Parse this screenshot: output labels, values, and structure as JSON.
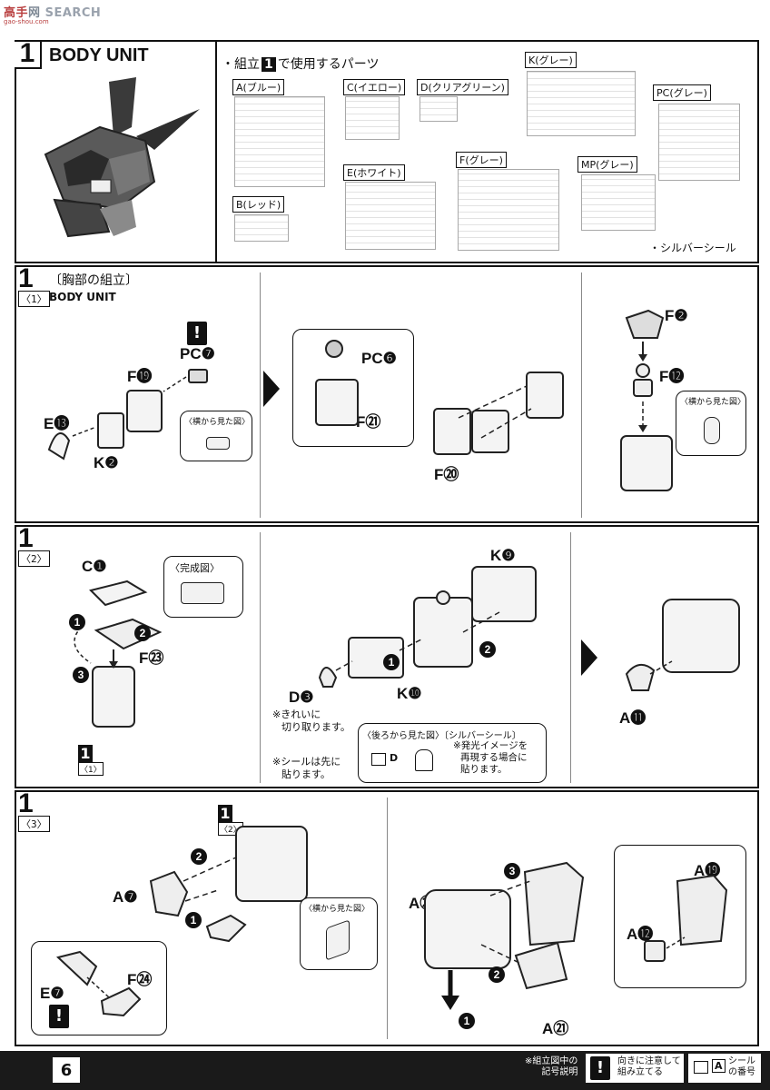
{
  "watermark": {
    "logo_text": "SEARCH",
    "url": "gao-shou.com"
  },
  "top": {
    "step_number": "1",
    "title": "BODY UNIT",
    "parts_caption": "・組立",
    "parts_caption_num": "1",
    "parts_caption_tail": "で使用するパーツ",
    "runners": [
      {
        "id": "A",
        "label": "A(ブルー)"
      },
      {
        "id": "B",
        "label": "B(レッド)"
      },
      {
        "id": "C",
        "label": "C(イエロー)"
      },
      {
        "id": "D",
        "label": "D(クリアグリーン)"
      },
      {
        "id": "E",
        "label": "E(ホワイト)"
      },
      {
        "id": "F",
        "label": "F(グレー)"
      },
      {
        "id": "K",
        "label": "K(グレー)"
      },
      {
        "id": "MP",
        "label": "MP(グレー)"
      },
      {
        "id": "PC",
        "label": "PC(グレー)"
      }
    ],
    "seal_note": "・シルバーシール"
  },
  "step1": {
    "step_number": "1",
    "sub": "〈1〉",
    "title": "〔胸部の組立〕",
    "subtitle": "BODY UNIT",
    "labels": {
      "pc7": "PC❼",
      "f19": "F⓳",
      "e13": "E⓭",
      "k2": "K❷",
      "pc6": "PC❻",
      "f21": "F㉑",
      "f20": "F⑳",
      "f2": "F❷",
      "f12": "F⓬"
    },
    "side_view": "〈横から見た図〉",
    "side_view2": "〈横から見た図〉"
  },
  "step2": {
    "step_number": "1",
    "sub": "〈2〉",
    "labels": {
      "c1": "C❶",
      "f23": "F㉓",
      "d3": "D❸",
      "k9": "K❾",
      "k10": "K❿",
      "a11": "A⓫",
      "n1": "1",
      "n2": "2",
      "n3": "3",
      "m1": "1",
      "m2": "2"
    },
    "complete_view": "〈完成図〉",
    "ref_num": "1",
    "ref_sub": "〈1〉",
    "cut_note_1": "※きれいに",
    "cut_note_2": "切り取ります。",
    "seal_note_1": "※シールは先に",
    "seal_note_2": "貼ります。",
    "back_view": "〈後ろから見た図〉〔シルバーシール〕",
    "glow_note_1": "※発光イメージを",
    "glow_note_2": "再現する場合に",
    "glow_note_3": "貼ります。",
    "seal_id": "D"
  },
  "step3": {
    "step_number": "1",
    "sub": "〈3〉",
    "ref_num": "1",
    "ref_sub": "〈2〉",
    "labels": {
      "a7": "A❼",
      "e7": "E❼",
      "f24": "F㉔",
      "a20": "A⑳",
      "a21": "A㉑",
      "a19": "A⓳",
      "a12": "A⓬",
      "n1": "1",
      "n2": "2",
      "r1": "1",
      "r2": "2",
      "r3": "3"
    },
    "side_view": "〈横から見た図〉"
  },
  "footer": {
    "page": "6",
    "legend_title_1": "※組立図中の",
    "legend_title_2": "記号説明",
    "warn_symbol": "!",
    "warn_text_1": "向きに注意して",
    "warn_text_2": "組み立てる",
    "seal_symbol": "A",
    "seal_text_1": "シール",
    "seal_text_2": "の番号"
  }
}
